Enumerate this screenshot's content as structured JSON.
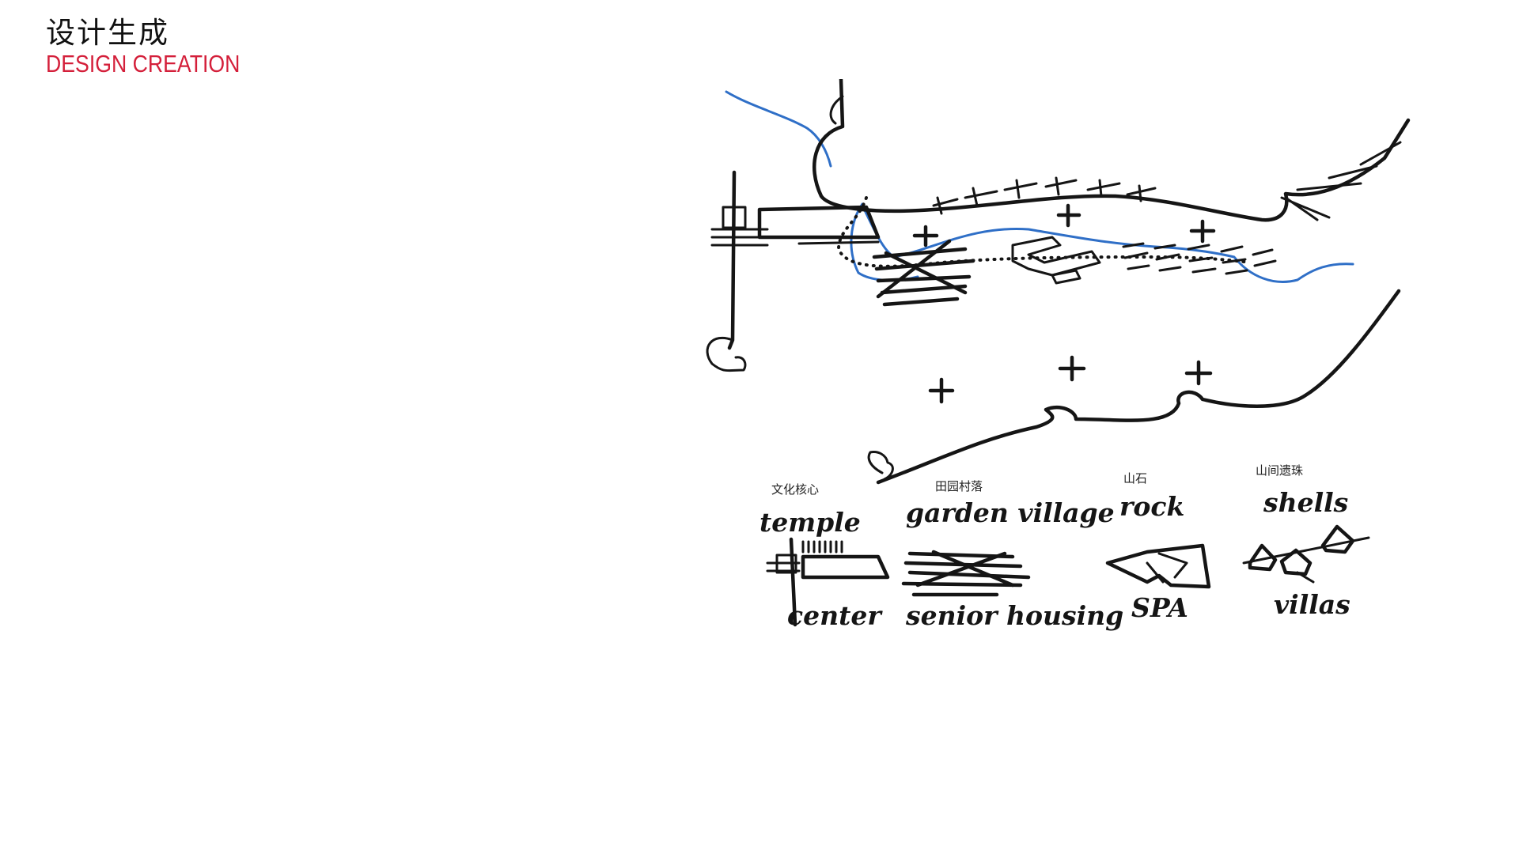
{
  "header": {
    "title_cn": "设计生成",
    "title_en": "DESIGN CREATION"
  },
  "colors": {
    "accent_red": "#d41f3a",
    "ink": "#151515",
    "water_blue": "#2f6fc7"
  },
  "legend": [
    {
      "label_cn": "文化核心",
      "label_top": "temple",
      "label_bottom": "center"
    },
    {
      "label_cn": "田园村落",
      "label_top": "garden village",
      "label_bottom": "senior housing"
    },
    {
      "label_cn": "山石",
      "label_top": "rock",
      "label_bottom": "SPA"
    },
    {
      "label_cn": "山间遗珠",
      "label_top": "shells",
      "label_bottom": "villas"
    }
  ]
}
